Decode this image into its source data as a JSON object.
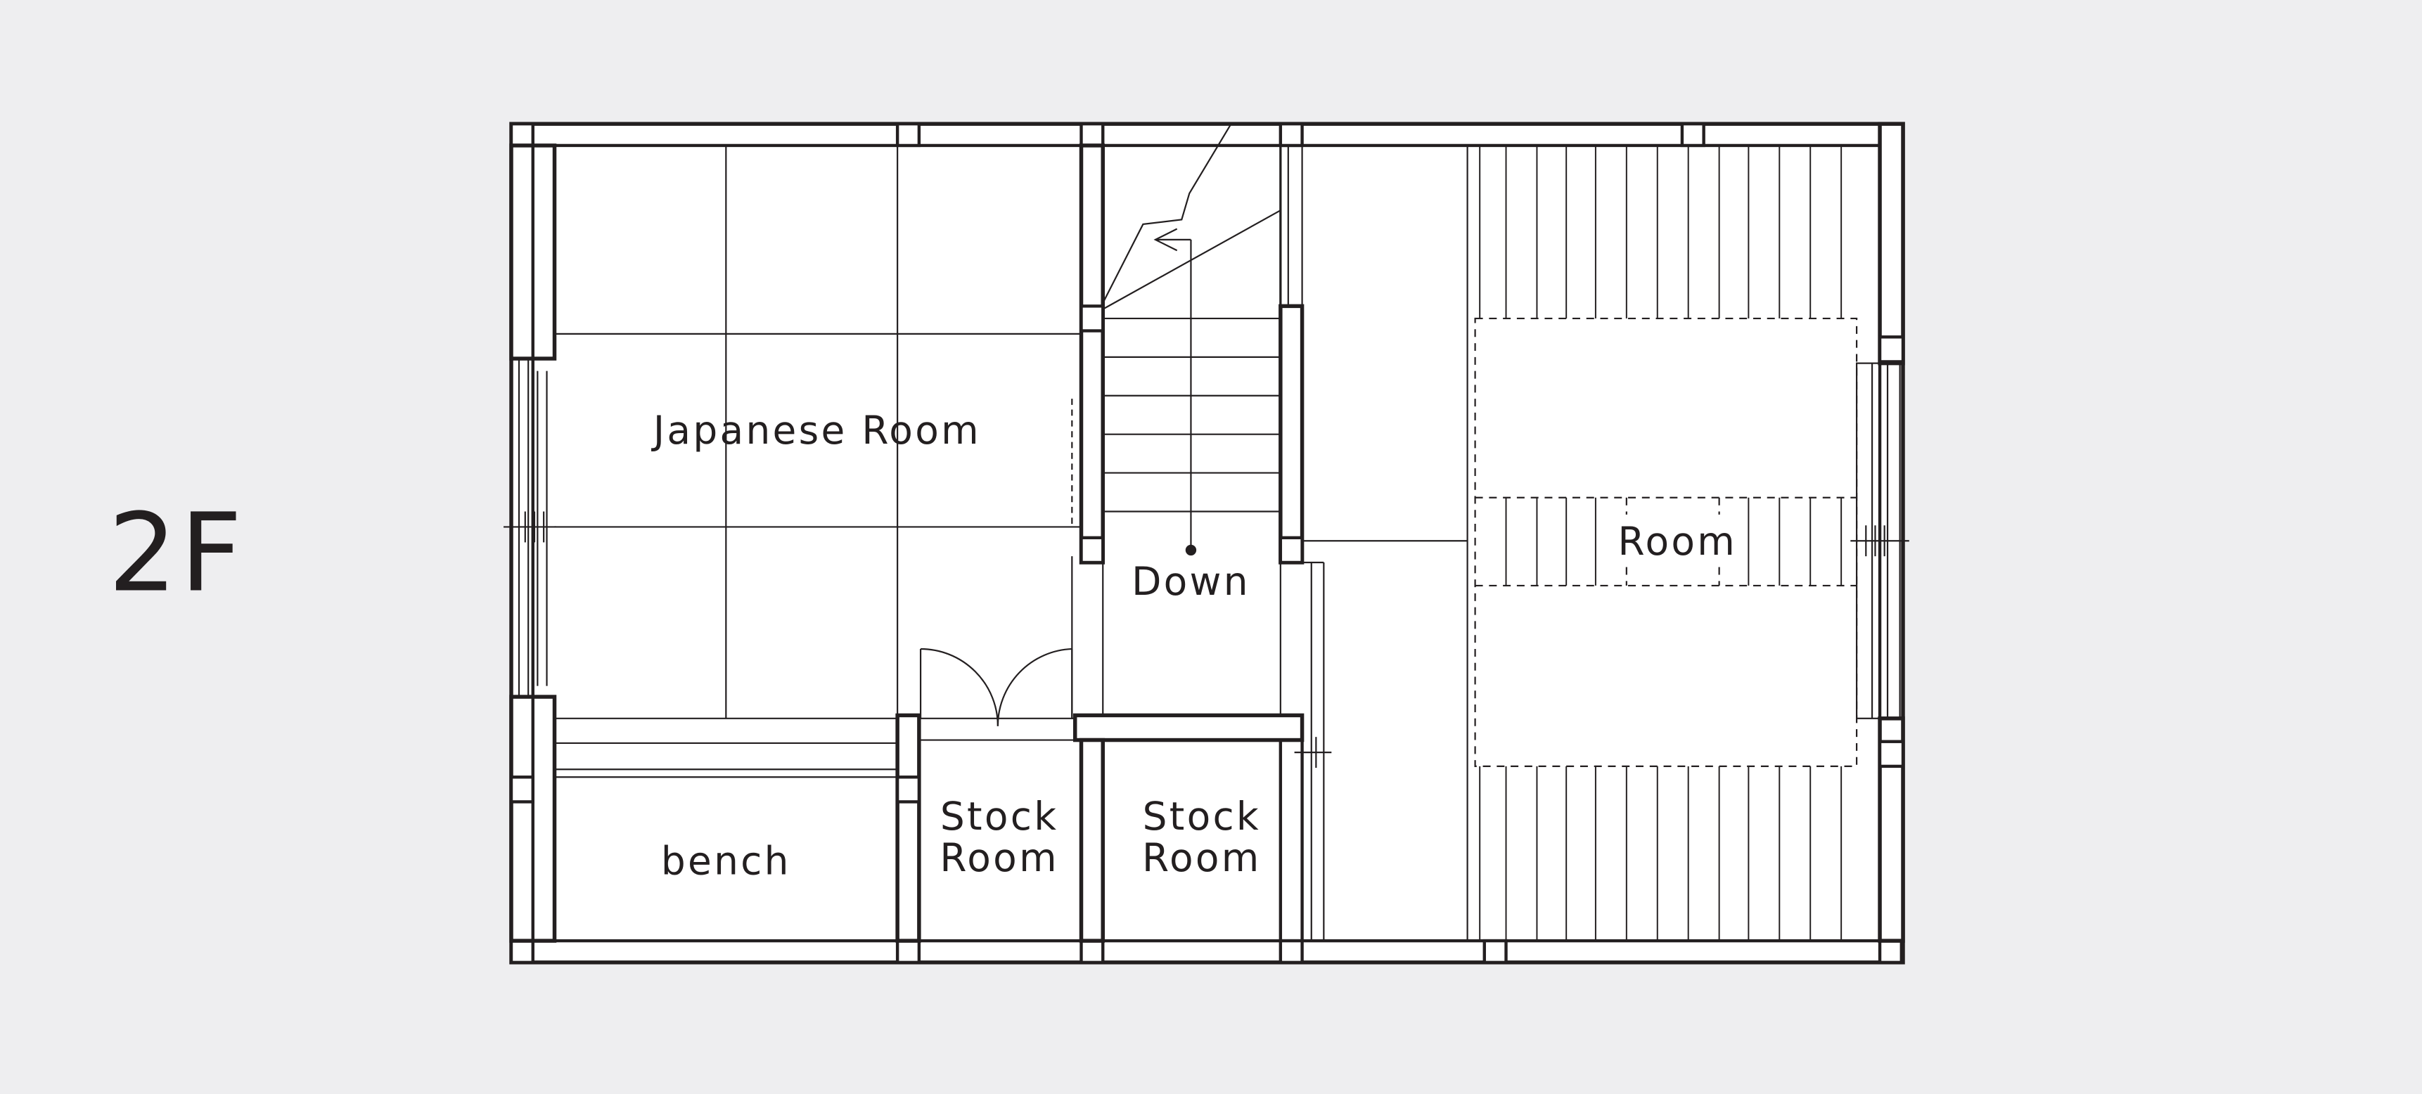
{
  "floor_label": "2F",
  "rooms": {
    "japanese_room": "Japanese Room",
    "down": "Down",
    "room": "Room",
    "bench": "bench",
    "stock_room_left": [
      "Stock",
      "Room"
    ],
    "stock_room_right": [
      "Stock",
      "Room"
    ]
  },
  "colors": {
    "background": "#eeeef0",
    "floor": "#ffffff",
    "line": "#231f20"
  }
}
